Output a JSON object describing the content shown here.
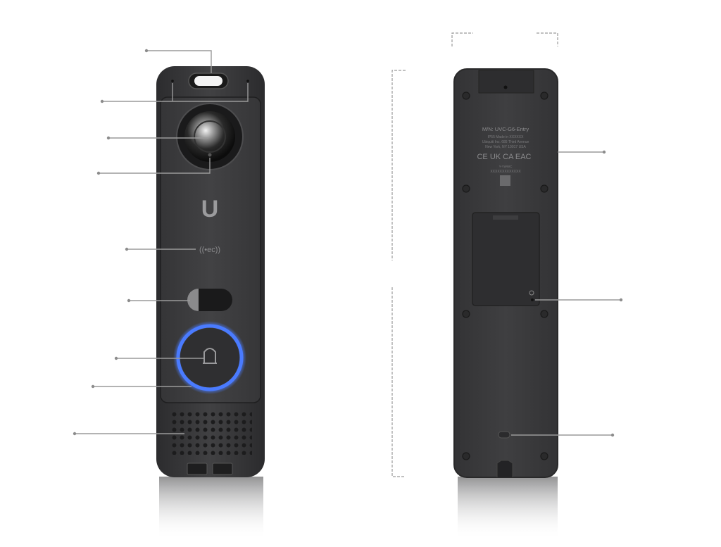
{
  "back_label": {
    "model": "M/N: UVC-G6-Entry",
    "line2": "IP55   Made in XXXXXX",
    "line3": "Ubiquiti Inc. 685 Third Avenue",
    "line4": "New York, NY 10017 USA",
    "marks": "CE UK CA EAC",
    "line6": "Y-YWWC",
    "serial": "XXXXXXXXXXXXX"
  },
  "front_device": {
    "logo": "U",
    "nfc_symbol": "((•ec))"
  },
  "colors": {
    "device_body": "#3b3b3d",
    "doorbell_ring": "#4a7bff",
    "callout_line": "#9a9a9a"
  },
  "icons": {
    "front_logo": "ubiquiti-logo-icon",
    "nfc": "nfc-icon",
    "doorbell": "bell-icon",
    "reset": "reset-icon"
  }
}
